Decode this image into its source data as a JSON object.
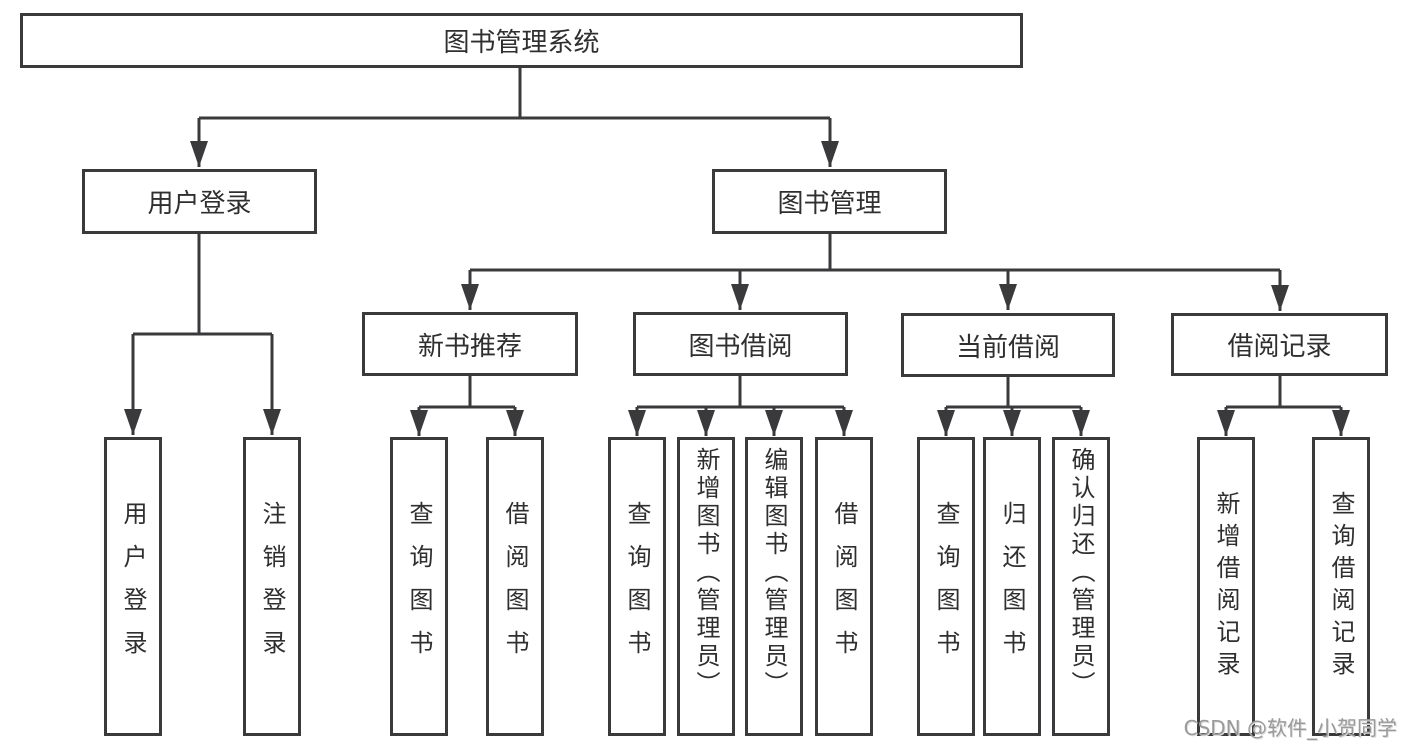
{
  "diagram": {
    "root": "图书管理系统",
    "branches": [
      {
        "label": "用户登录",
        "children": [
          "用户登录",
          "注销登录"
        ]
      },
      {
        "label": "图书管理",
        "sections": [
          {
            "label": "新书推荐",
            "children": [
              "查询图书",
              "借阅图书"
            ]
          },
          {
            "label": "图书借阅",
            "children": [
              "查询图书",
              "新增图书（管理员）",
              "编辑图书（管理员）",
              "借阅图书"
            ]
          },
          {
            "label": "当前借阅",
            "children": [
              "查询图书",
              "归还图书",
              "确认归还（管理员）"
            ]
          },
          {
            "label": "借阅记录",
            "children": [
              "新增借阅记录",
              "查询借阅记录"
            ]
          }
        ]
      }
    ]
  },
  "watermark": {
    "text": "CSDN @软件_小贺同学"
  },
  "colors": {
    "line": "#3a3a3c",
    "box_border": "#3a3a3c",
    "text": "#2f2f2f",
    "watermark": "#9a9a9a",
    "background": "#ffffff"
  }
}
